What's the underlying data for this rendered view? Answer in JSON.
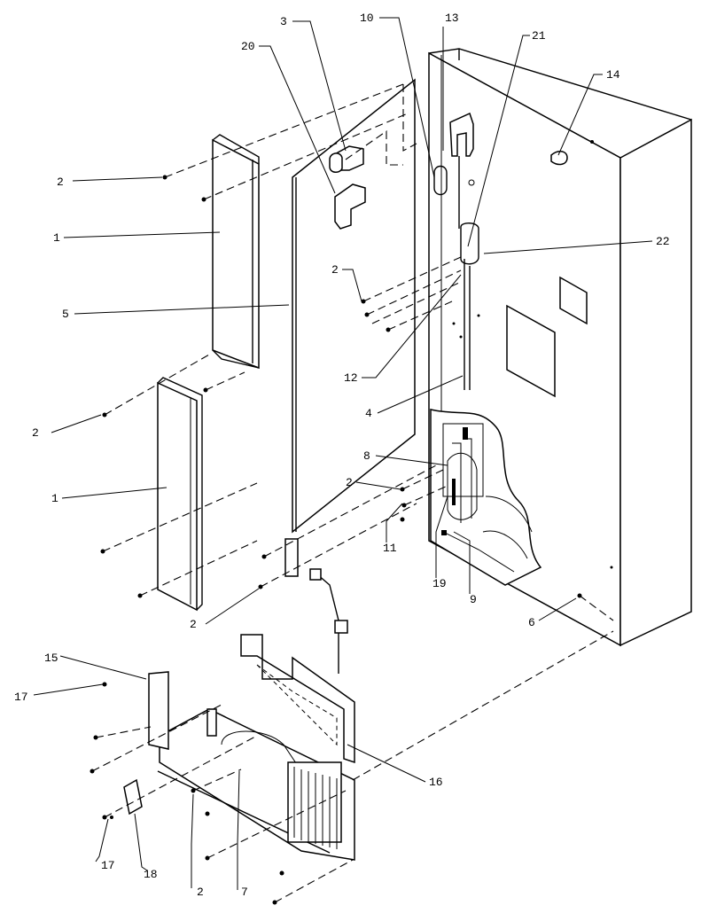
{
  "callouts": {
    "c1a": "1",
    "c1b": "1",
    "c2a": "2",
    "c2b": "2",
    "c2c": "2",
    "c2d": "2",
    "c2e": "2",
    "c2f": "2",
    "c3": "3",
    "c4": "4",
    "c5": "5",
    "c6": "6",
    "c7": "7",
    "c8": "8",
    "c9": "9",
    "c10": "10",
    "c11": "11",
    "c12": "12",
    "c13": "13",
    "c14": "14",
    "c15": "15",
    "c16": "16",
    "c17a": "17",
    "c17b": "17",
    "c18": "18",
    "c19": "19",
    "c20": "20",
    "c21": "21",
    "c22": "22"
  }
}
